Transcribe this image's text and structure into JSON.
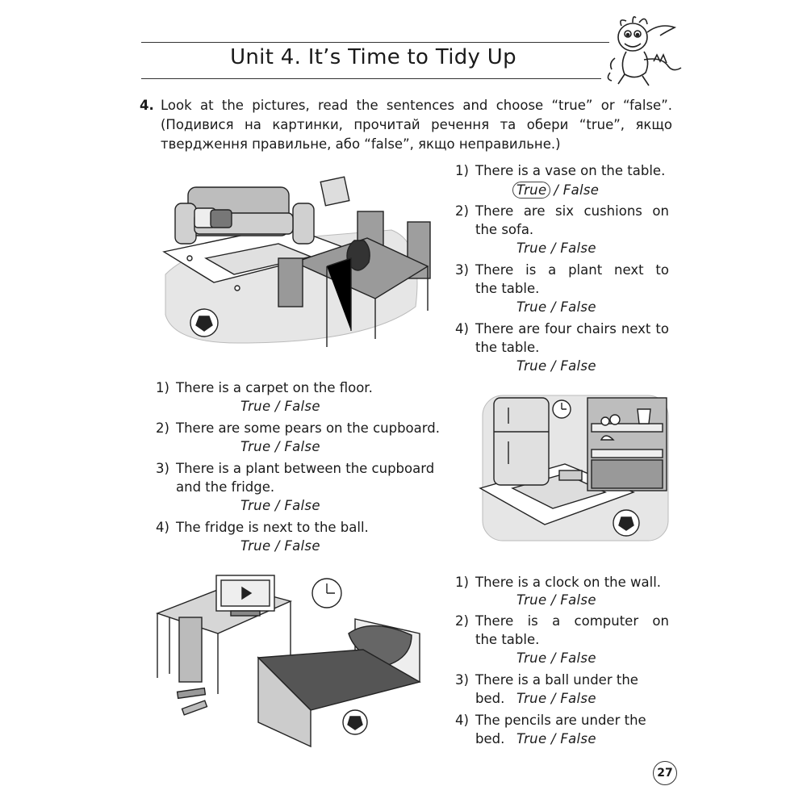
{
  "header": {
    "title": "Unit 4. It’s Time to Tidy Up"
  },
  "task": {
    "number": "4.",
    "instruction_en": "Look at the pictures, read the sentences and choose “true” or “false”.",
    "instruction_ua_line1": "(Подивися на картинки, прочитай речення та обери “true”, якщо",
    "instruction_ua_line2": "твердження правильне, або “false”, якщо неправильне.)"
  },
  "picture1_questions": [
    {
      "num": "1)",
      "lines": [
        "There is a vase on the table."
      ],
      "answer_true": "True",
      "answer_rest": "/ False",
      "circled": "true"
    },
    {
      "num": "2)",
      "lines": [
        "There are six cushions on",
        "the sofa."
      ],
      "answer": "True / False"
    },
    {
      "num": "3)",
      "lines": [
        "There is a plant next to",
        "the table."
      ],
      "answer": "True / False"
    },
    {
      "num": "4)",
      "lines": [
        "There are four chairs next to",
        "the table."
      ],
      "answer": "True / False"
    }
  ],
  "picture2_questions": [
    {
      "num": "1)",
      "lines": [
        "There is a carpet on the floor."
      ],
      "answer": "True / False"
    },
    {
      "num": "2)",
      "lines": [
        "There are some pears on the cupboard."
      ],
      "answer": "True / False"
    },
    {
      "num": "3)",
      "lines": [
        "There is a plant between the cupboard",
        "and the fridge."
      ],
      "answer": "True / False"
    },
    {
      "num": "4)",
      "lines": [
        "The fridge is next to the ball."
      ],
      "answer": "True / False"
    }
  ],
  "picture3_questions": [
    {
      "num": "1)",
      "lines": [
        "There is a clock on the wall."
      ],
      "answer": "True / False"
    },
    {
      "num": "2)",
      "lines": [
        "There is a computer on",
        "the table."
      ],
      "answer": "True / False"
    },
    {
      "num": "3)",
      "lines": [
        "There is a ball under the bed."
      ],
      "answer": "True / False"
    },
    {
      "num": "4)",
      "lines": [
        "The pencils are under the bed."
      ],
      "answer": "True / False"
    }
  ],
  "footer": {
    "page_number": "27"
  },
  "illustrations": [
    "dragon-mascot",
    "living-room-picture",
    "kitchen-picture",
    "bedroom-picture"
  ]
}
